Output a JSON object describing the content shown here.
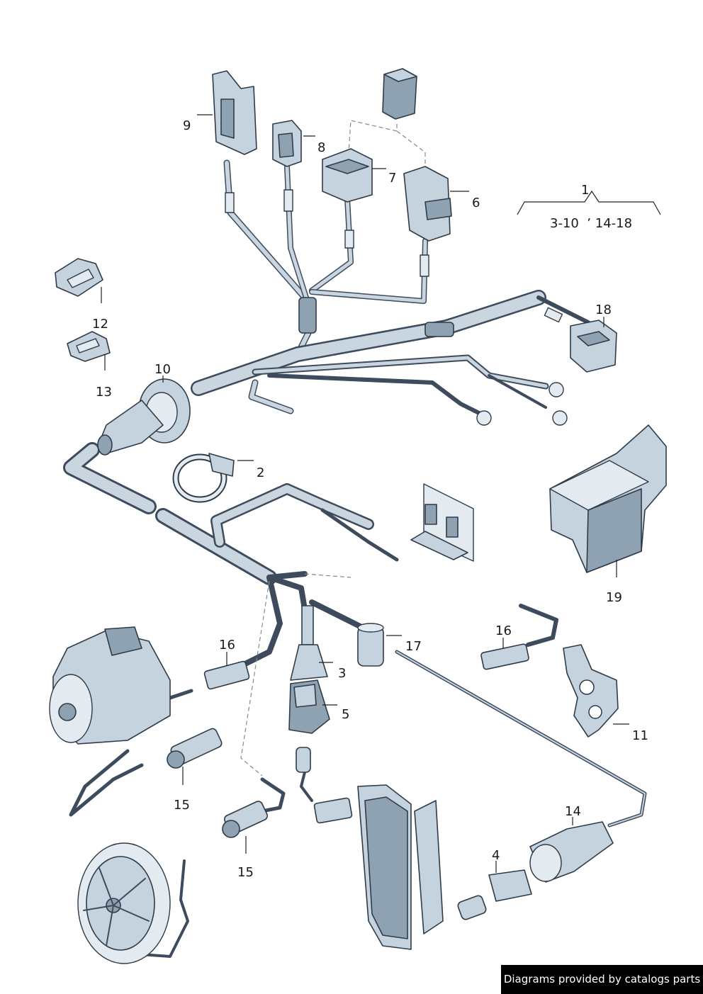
{
  "callouts": {
    "c1": "1",
    "c1_range": "3-10  ’ 14-18",
    "c2": "2",
    "c3": "3",
    "c4": "4",
    "c5": "5",
    "c6": "6",
    "c7": "7",
    "c8": "8",
    "c9": "9",
    "c10": "10",
    "c11": "11",
    "c12": "12",
    "c13": "13",
    "c14": "14",
    "c15a": "15",
    "c15b": "15",
    "c16a": "16",
    "c16b": "16",
    "c17": "17",
    "c18": "18",
    "c19": "19"
  },
  "footer": {
    "text": "Diagrams provided by catalogs parts"
  },
  "colors": {
    "wire": "#3d4b5c",
    "part": "#c5d3de",
    "footer_bg": "#000000"
  }
}
